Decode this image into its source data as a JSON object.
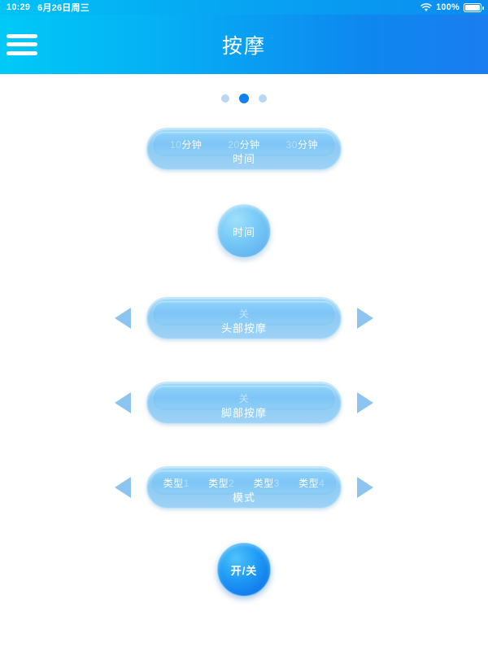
{
  "status_bar": {
    "time": "10:29",
    "date": "6月26日周三",
    "battery_percent": "100%",
    "wifi_icon": "wifi-icon",
    "battery_icon": "battery-icon"
  },
  "header": {
    "title": "按摩",
    "menu_icon": "hamburger-menu-icon",
    "gradient_from": "#00c9f7",
    "gradient_to": "#1a7df0"
  },
  "pagination": {
    "total": 3,
    "active_index": 1
  },
  "time_selector": {
    "label": "时间",
    "options": [
      {
        "name": "分钟",
        "num": "10"
      },
      {
        "name": "分钟",
        "num": "20"
      },
      {
        "name": "分钟",
        "num": "30"
      }
    ]
  },
  "time_circle": {
    "label": "时间",
    "name": "time-circle-button"
  },
  "controls": [
    {
      "name": "head-massage",
      "label": "头部按摩",
      "value": "关",
      "left_arrow": "chevron-left-icon",
      "right_arrow": "chevron-right-icon"
    },
    {
      "name": "foot-massage",
      "label": "脚部按摩",
      "value": "关",
      "left_arrow": "chevron-left-icon",
      "right_arrow": "chevron-right-icon"
    }
  ],
  "mode_selector": {
    "label": "模式",
    "options": [
      {
        "name": "类型",
        "num": "1"
      },
      {
        "name": "类型",
        "num": "2"
      },
      {
        "name": "类型",
        "num": "3"
      },
      {
        "name": "类型",
        "num": "4"
      }
    ],
    "left_arrow": "chevron-left-icon",
    "right_arrow": "chevron-right-icon"
  },
  "power_button": {
    "label": "开/关",
    "name": "power-toggle-button"
  },
  "colors": {
    "accent": "#1380f0",
    "pill": "#8ccbf6",
    "arrow": "#8ec5f0",
    "dot_inactive": "#b9d6f4"
  }
}
